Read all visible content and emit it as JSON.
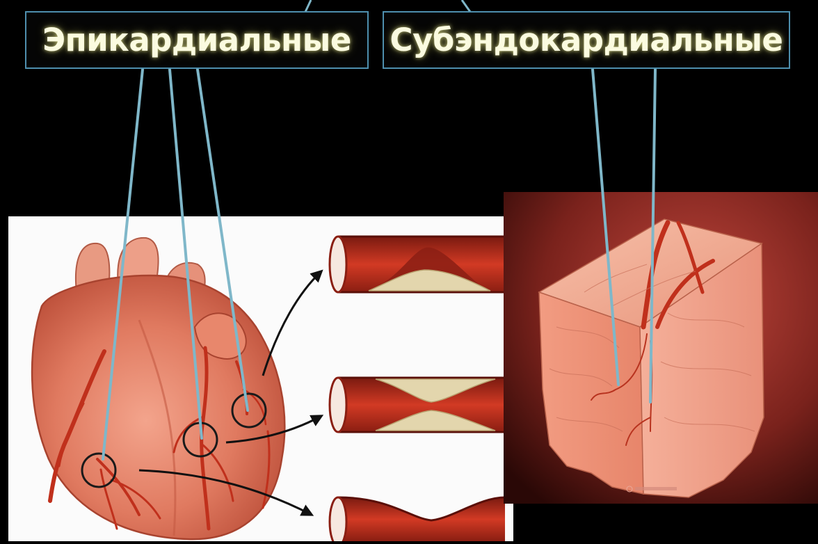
{
  "labels": {
    "epicardial": "Эпикардиальные",
    "subendocardial": "Субэндокардиальные"
  },
  "colors": {
    "background": "#000000",
    "label_border": "#4e8fae",
    "label_text": "#fbfbe0",
    "pointer_line": "#7fb7c9",
    "heart_tissue": "#e07a60",
    "vessel": "#c2311f",
    "plaque": "#e3d6ad",
    "block_backdrop": "#8a2a22"
  },
  "icons": {
    "heart": "heart-illustration",
    "vessel_sections": "artery-cross-section",
    "myocardium_block": "myocardium-block-illustration",
    "arrow": "arrow-icon",
    "circle_marker": "lesion-circle-marker"
  }
}
